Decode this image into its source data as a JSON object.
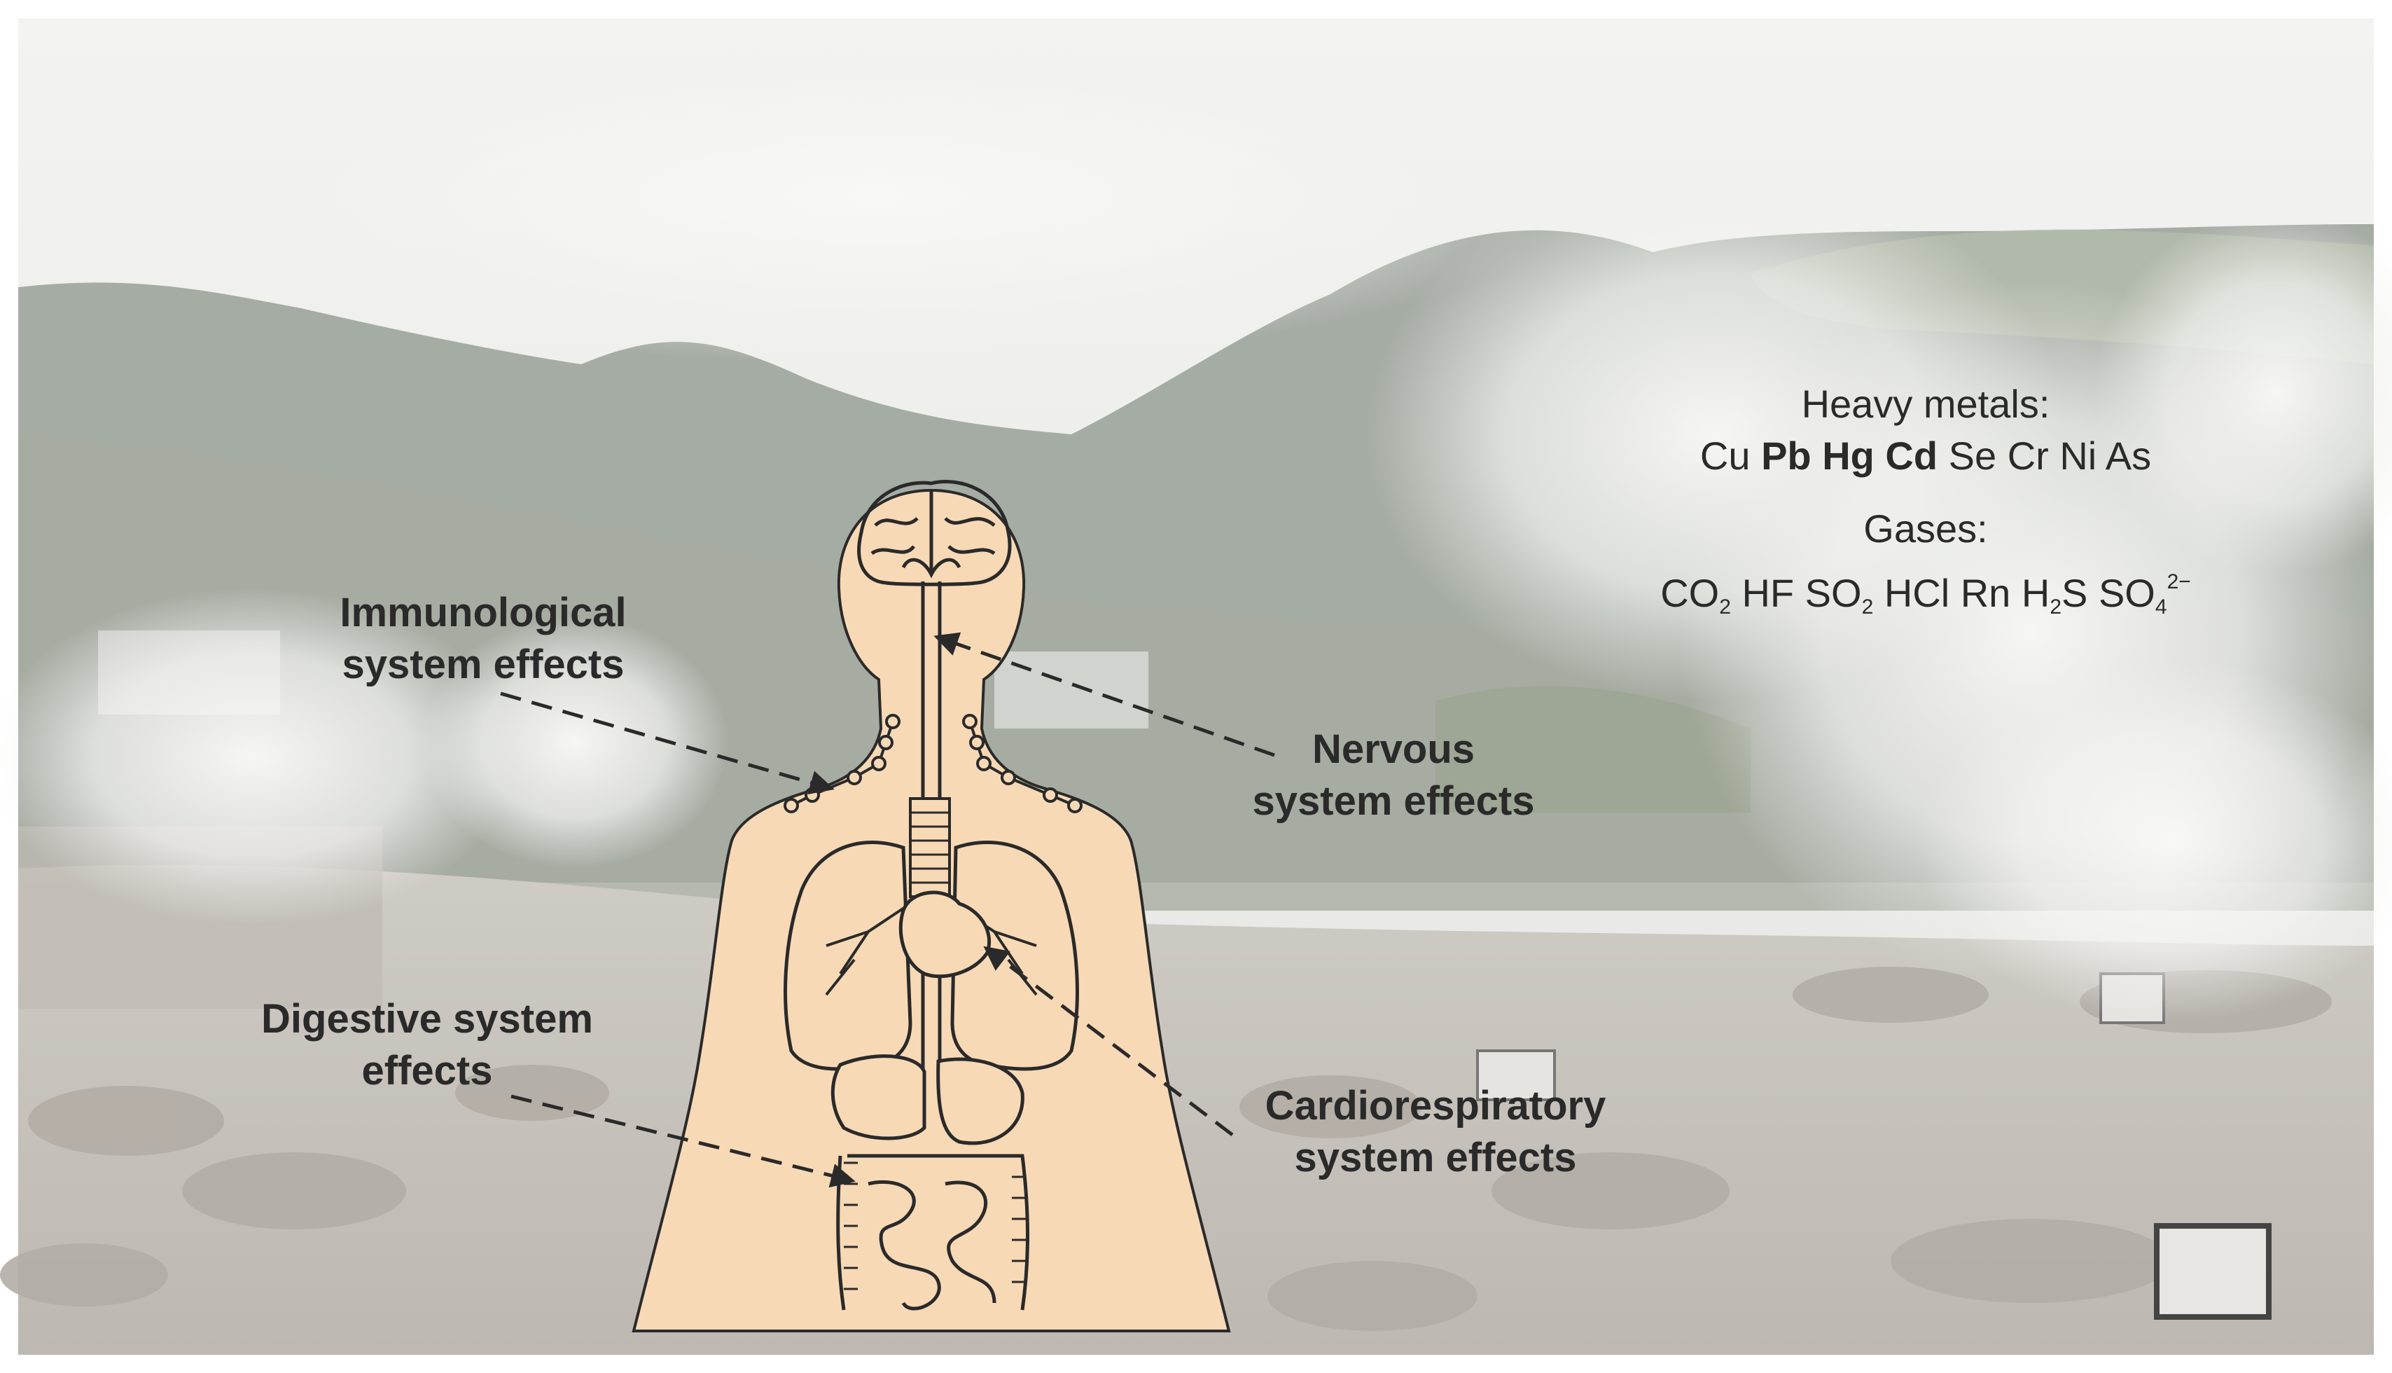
{
  "labels": {
    "immunological": [
      "Immunological",
      "system effects"
    ],
    "nervous": [
      "Nervous",
      "system effects"
    ],
    "digestive": [
      "Digestive system",
      "effects"
    ],
    "cardiorespiratory": [
      "Cardiorespiratory",
      "system effects"
    ]
  },
  "heavy_metals": {
    "heading": "Heavy metals:",
    "list": [
      {
        "symbol": "Cu",
        "bold": false
      },
      {
        "symbol": "Pb",
        "bold": true
      },
      {
        "symbol": "Hg",
        "bold": true
      },
      {
        "symbol": "Cd",
        "bold": true
      },
      {
        "symbol": "Se",
        "bold": false
      },
      {
        "symbol": "Cr",
        "bold": false
      },
      {
        "symbol": "Ni",
        "bold": false
      },
      {
        "symbol": "As",
        "bold": false
      }
    ]
  },
  "gases": {
    "heading": "Gases:",
    "list": [
      {
        "base": "CO",
        "sub": "2",
        "base2": "",
        "sup": ""
      },
      {
        "base": "HF",
        "sub": "",
        "base2": "",
        "sup": ""
      },
      {
        "base": "SO",
        "sub": "2",
        "base2": "",
        "sup": ""
      },
      {
        "base": "HCl",
        "sub": "",
        "base2": "",
        "sup": ""
      },
      {
        "base": "Rn",
        "sub": "",
        "base2": "",
        "sup": ""
      },
      {
        "base": "H",
        "sub": "2",
        "base2": "S",
        "sup": ""
      },
      {
        "base": "SO",
        "sub": "4",
        "base2": "",
        "sup": "2−"
      }
    ]
  },
  "colors": {
    "skin": "#f8d9b5",
    "outline": "#2a2a2a",
    "sky": "#eeeeec",
    "steam": "#f4f4f2",
    "hills": "#8e958c",
    "ground": "#cbc7c1"
  }
}
